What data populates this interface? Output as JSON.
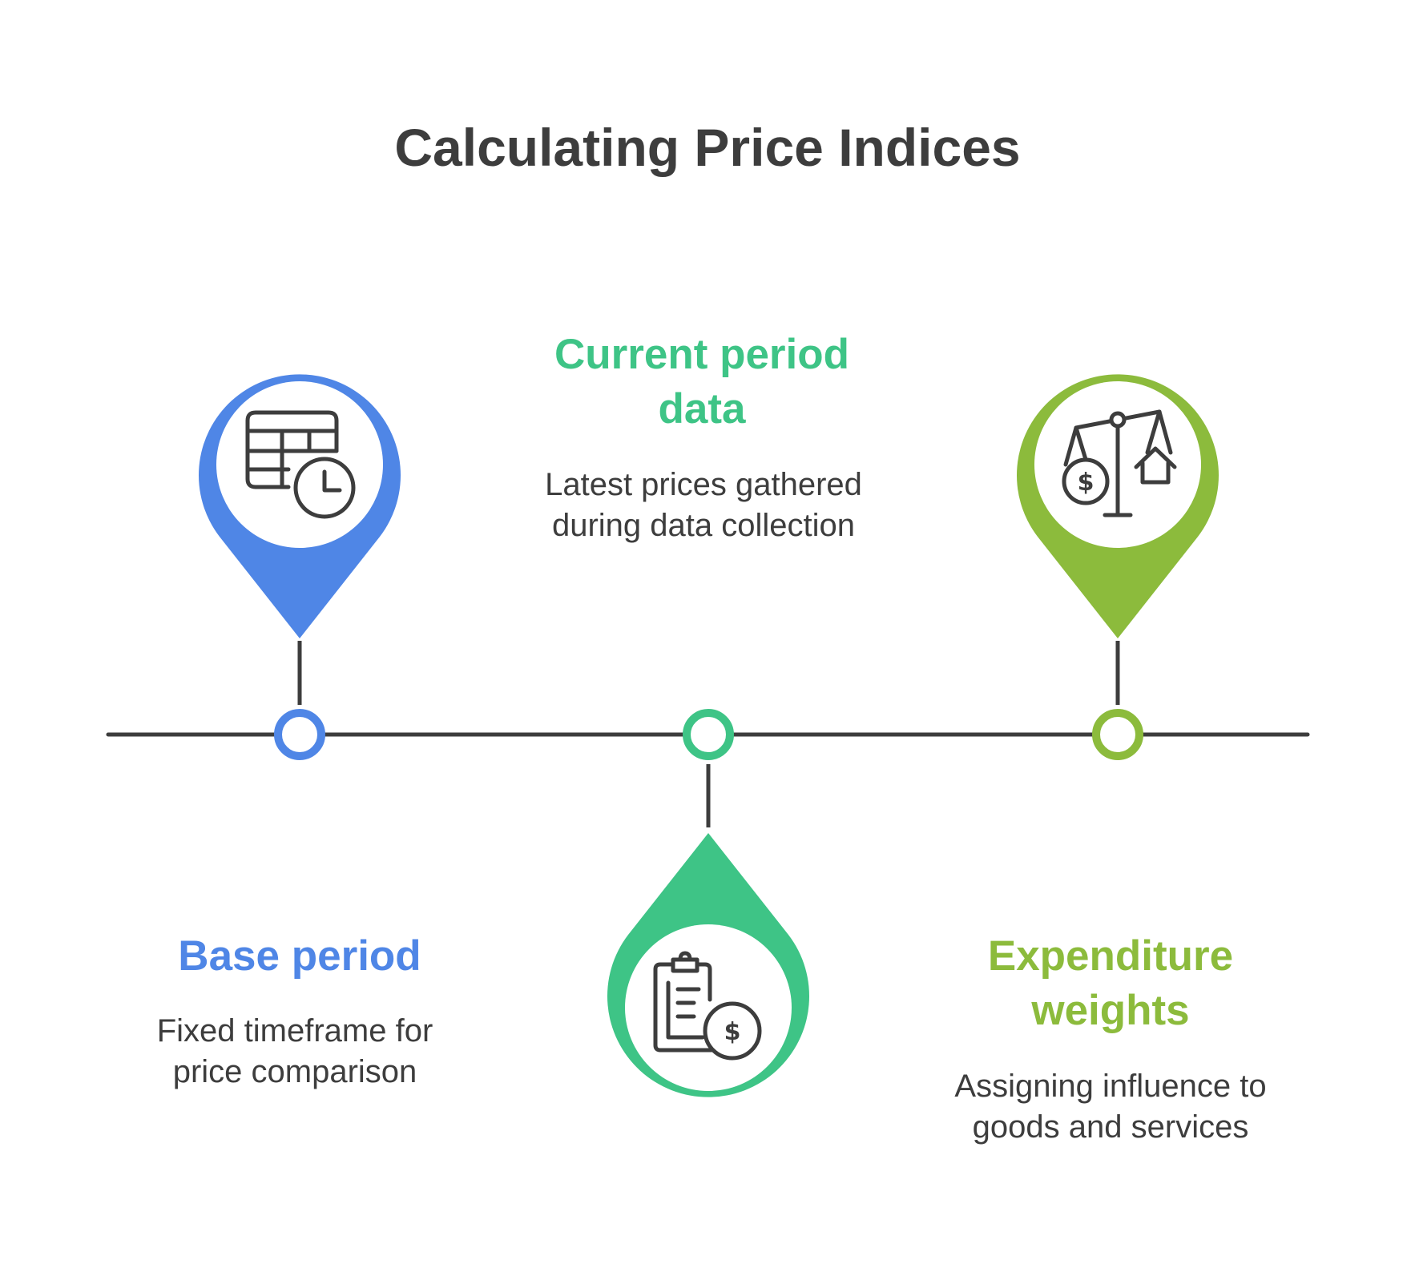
{
  "title": "Calculating Price Indices",
  "colors": {
    "blue": "#4f86e6",
    "teal": "#3ec486",
    "green": "#8cbb3c",
    "line": "#3d3d3d"
  },
  "items": [
    {
      "heading_lines": [
        "Base period"
      ],
      "desc_lines": [
        "Fixed timeframe for",
        "price comparison"
      ],
      "icon": "calendar-clock-icon",
      "color": "#4f86e6"
    },
    {
      "heading_lines": [
        "Current period",
        "data"
      ],
      "desc_lines": [
        "Latest prices gathered",
        "during data collection"
      ],
      "icon": "clipboard-dollar-icon",
      "color": "#3ec486"
    },
    {
      "heading_lines": [
        "Expenditure",
        "weights"
      ],
      "desc_lines": [
        "Assigning influence to",
        "goods and services"
      ],
      "icon": "balance-scale-icon",
      "color": "#8cbb3c"
    }
  ]
}
